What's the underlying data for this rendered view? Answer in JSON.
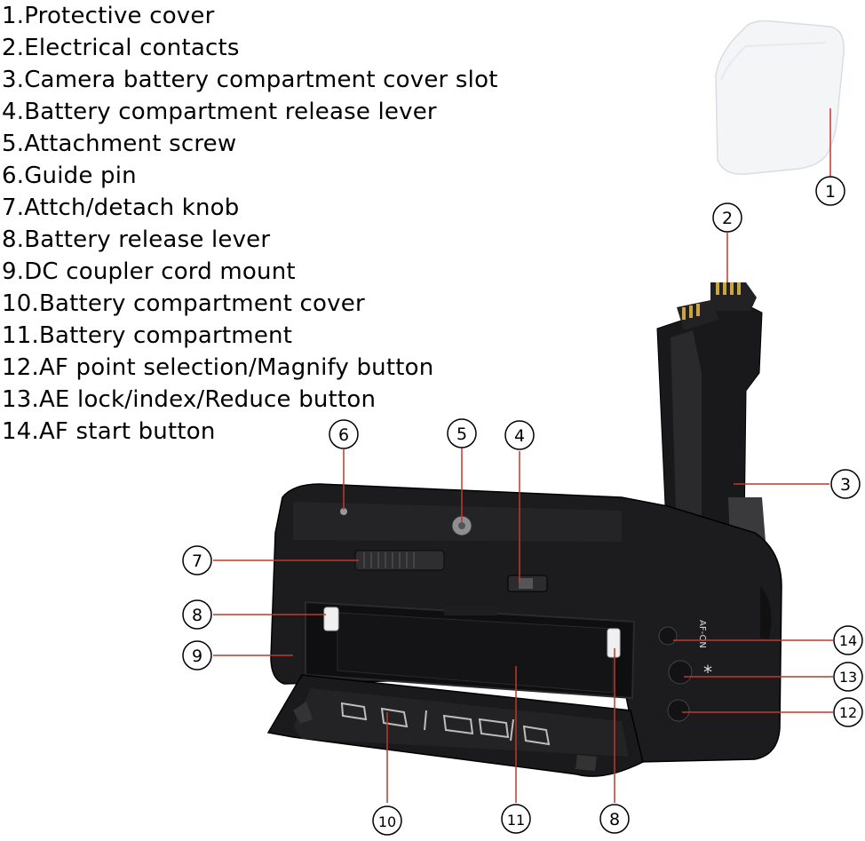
{
  "legend": [
    "1.Protective cover",
    "2.Electrical contacts",
    "3.Camera battery compartment cover slot",
    "4.Battery compartment release lever",
    "5.Attachment screw",
    "6.Guide pin",
    "7.Attch/detach knob",
    "8.Battery release lever",
    "9.DC coupler cord mount",
    "10.Battery compartment cover",
    "11.Battery compartment",
    "12.AF point selection/Magnify button",
    "13.AE lock/index/Reduce button",
    "14.AF start button"
  ],
  "callouts": [
    "1",
    "2",
    "3",
    "4",
    "5",
    "6",
    "7",
    "8",
    "9",
    "10",
    "11",
    "8",
    "13",
    "12",
    "14"
  ],
  "grip_labels": {
    "af_on": "AF-ON",
    "star": "*"
  },
  "colors": {
    "grip_body": "#1c1c1e",
    "grip_dark": "#0d0d0f",
    "cover_white": "#f3f4f6",
    "leader": "#c0392b"
  }
}
